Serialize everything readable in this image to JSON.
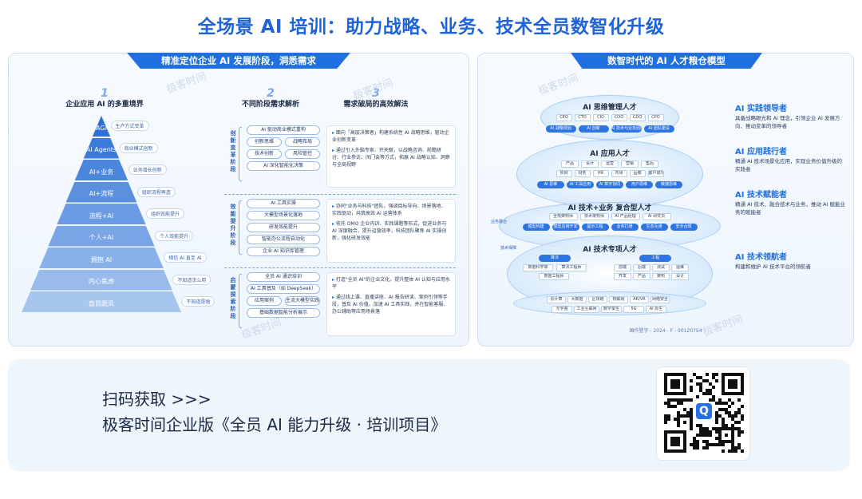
{
  "title": "全场景 AI 培训：助力战略、业务、技术全员数智化升级",
  "brand": {
    "watermark": "极客时间"
  },
  "left": {
    "ribbon": "精准定位企业 AI 发展阶段，洞悉需求",
    "columns": [
      {
        "num": "1",
        "head": "企业应用 AI 的多重境界"
      },
      {
        "num": "2",
        "head": "不同阶段需求解析"
      },
      {
        "num": "3",
        "head": "需求破局的高效解法"
      }
    ],
    "pyramid": [
      {
        "label": "AGI",
        "tag": "生产方式变革"
      },
      {
        "label": "AI Agents",
        "tag": "商业模式创新"
      },
      {
        "label": "AI+业务",
        "tag": "业务增长创新"
      },
      {
        "label": "AI+流程",
        "tag": "组织流程再造"
      },
      {
        "label": "流程+AI",
        "tag": "组织效能提升"
      },
      {
        "label": "个人+AI",
        "tag": "个人效能提升"
      },
      {
        "label": "拥抱 AI",
        "tag": "相信 AI 直至 AI"
      },
      {
        "label": "内心焦虑",
        "tag": "不知道怎么用"
      },
      {
        "label": "盲目跟风",
        "tag": "不知道是啥"
      }
    ],
    "stages": [
      {
        "side": "创新变革阶段",
        "pills": [
          "AI 驱动商业模式重构",
          "创新思维",
          "战略布局",
          "技术创新",
          "风险管控",
          "AI 深化智能化决策"
        ],
        "solutions": [
          "面向「高层决策者」构建系统性 AI 战略思维，驱动企业创新变革",
          "通过引入外脑专家、开天眼，以战略咨询、前瞻研讨、行业参访、闭门会等方式，拓展 AI 战略认知、洞察与全局视野"
        ]
      },
      {
        "side": "效能提升阶段",
        "pills": [
          "AI 工具实操",
          "大模型场景化落地",
          "研发效能提升",
          "智能办公流程自动化",
          "企业 AI 知识库管理"
        ],
        "solutions": [
          "协同\"业务与科技\"团队，强调目标导向、场景落地、实践驱动，共筑高效 AI 运营体系",
          "依托 OMO 企业内训、实践课题等形式，促进业务与 AI 深度融合，提升运营效率，科技团队聚焦 AI 实操创新，强化研发效能"
        ]
      },
      {
        "side": "启蒙探索阶段",
        "pills": [
          "全员 AI 通识培训",
          "AI 工具普及（如 DeepSeek）",
          "应用案例",
          "主流大模型实践",
          "基础数据智能分析展示"
        ],
        "solutions": [
          "打造\"全员 AI\"的企业文化，提升整体 AI 认知与应用水平",
          "通过线上课、直播讲座、AI 报告研读、案例引领等手段，普及 AI 价值，加速 AI 工具实践，并在智能客服、办公辅助等应用场景落"
        ]
      }
    ]
  },
  "right": {
    "ribbon": "数智时代的 AI 人才粮仓模型",
    "tiers": [
      {
        "title": "AI 思维管理人才",
        "chips": [
          "CEO",
          "CTO",
          "CIO",
          "COO",
          "CDO",
          "CPO"
        ],
        "blue": [
          "AI 战略规划",
          "AI 创新",
          "AI 技术与业务团队融合",
          "AI 团队建设"
        ]
      },
      {
        "title": "AI 应用人才",
        "chips": [
          "产品",
          "设计",
          "运营",
          "营销",
          "售后",
          "项目",
          "财务",
          "HR",
          "市场",
          "品牌",
          "客户成功"
        ],
        "blue": [
          "AI 思维",
          "AI 工具应用",
          "AI 数字协同",
          "用户思维",
          "敏捷思维"
        ]
      },
      {
        "title": "AI 技术+业务 复合型人才",
        "chips": [
          "全栈架构师",
          "技术架构师",
          "AI 产品经理",
          "AI 研究员"
        ],
        "blue": [
          "模型构建",
          "模型应用开发",
          "提示工程",
          "业务打通",
          "生态互通",
          "安全合规"
        ],
        "side": "业务融合"
      },
      {
        "title": "AI 技术专项人才",
        "groups": [
          "算法",
          "工程"
        ],
        "chips": [
          "数据科学家",
          "算法工程师",
          "数据工程师",
          "前端",
          "后端",
          "测试",
          "运维",
          "开发",
          "产品",
          "架构",
          "设计"
        ],
        "side": "技术保障"
      }
    ],
    "base_chips": [
      "云计算",
      "大数据",
      "区块链",
      "物联网",
      "AR/VR",
      "网络安全",
      "元宇宙",
      "工业互联网",
      "数字孪生",
      "5G",
      "AI 原生"
    ],
    "footer": "国作登字 - 2024 - F - 00120754",
    "roles": [
      {
        "title": "AI 实践领导者",
        "desc": "具备战略眼光和 AI 理念，引领企业 AI 发展方向、推动变革的领导者"
      },
      {
        "title": "AI 应用践行者",
        "desc": "精通 AI 技术场景化应用，实现业务价值升级的实践者"
      },
      {
        "title": "AI 技术赋能者",
        "desc": "精通 AI 技术、融合技术与业务，推动 AI 赋能业务的赋能者"
      },
      {
        "title": "AI 技术领航者",
        "desc": "构建和维护 AI 技术平台的领航者"
      }
    ]
  },
  "cta": {
    "line1": "扫码获取 >>>",
    "line2": "极客时间企业版《全员 AI 能力升级 · 培训项目》"
  },
  "colors": {
    "accent": "#1f6fe0",
    "title": "#1e63d8",
    "pyramid_top": "#2d6fd6",
    "pyramid_bottom": "#a7c6ef"
  }
}
